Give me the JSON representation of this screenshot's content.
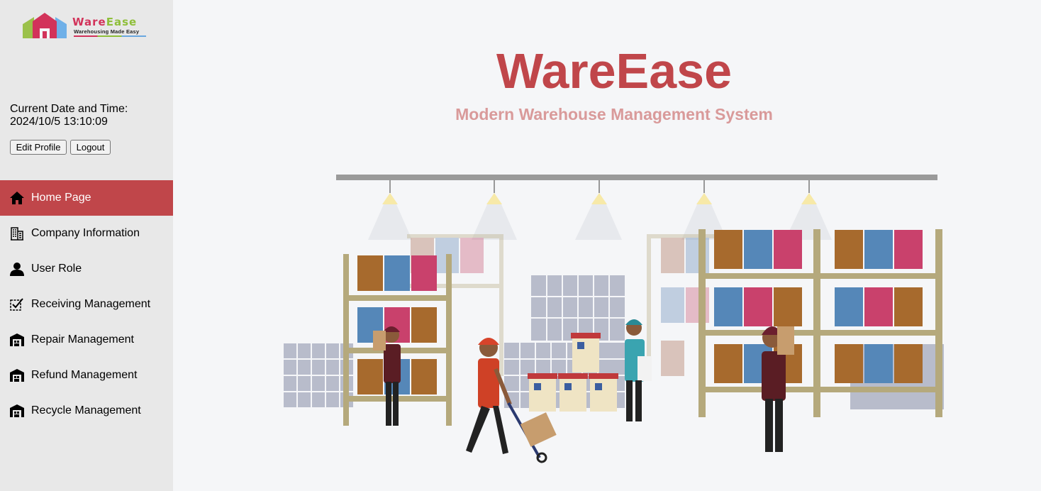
{
  "logo": {
    "name_part1": "Ware",
    "name_part2": "Ease",
    "tagline": "Warehousing Made Easy"
  },
  "sidebar": {
    "datetime_label": "Current Date and Time:",
    "datetime_value": "2024/10/5 13:10:09",
    "edit_profile_label": "Edit Profile",
    "logout_label": "Logout",
    "items": [
      {
        "label": "Home Page",
        "icon": "home-icon",
        "active": true
      },
      {
        "label": "Company Information",
        "icon": "building-icon",
        "active": false
      },
      {
        "label": "User Role",
        "icon": "user-icon",
        "active": false
      },
      {
        "label": "Receiving Management",
        "icon": "checkbox-icon",
        "active": false
      },
      {
        "label": "Repair Management",
        "icon": "warehouse-icon",
        "active": false
      },
      {
        "label": "Refund Management",
        "icon": "warehouse-icon",
        "active": false
      },
      {
        "label": "Recycle Management",
        "icon": "warehouse-icon",
        "active": false
      }
    ]
  },
  "main": {
    "title": "WareEase",
    "subtitle": "Modern Warehouse Management System"
  },
  "colors": {
    "accent": "#c0464a",
    "subtitle": "#d99a9a",
    "sidebar_bg": "#e8e8e8",
    "page_bg": "#f5f6f8"
  }
}
